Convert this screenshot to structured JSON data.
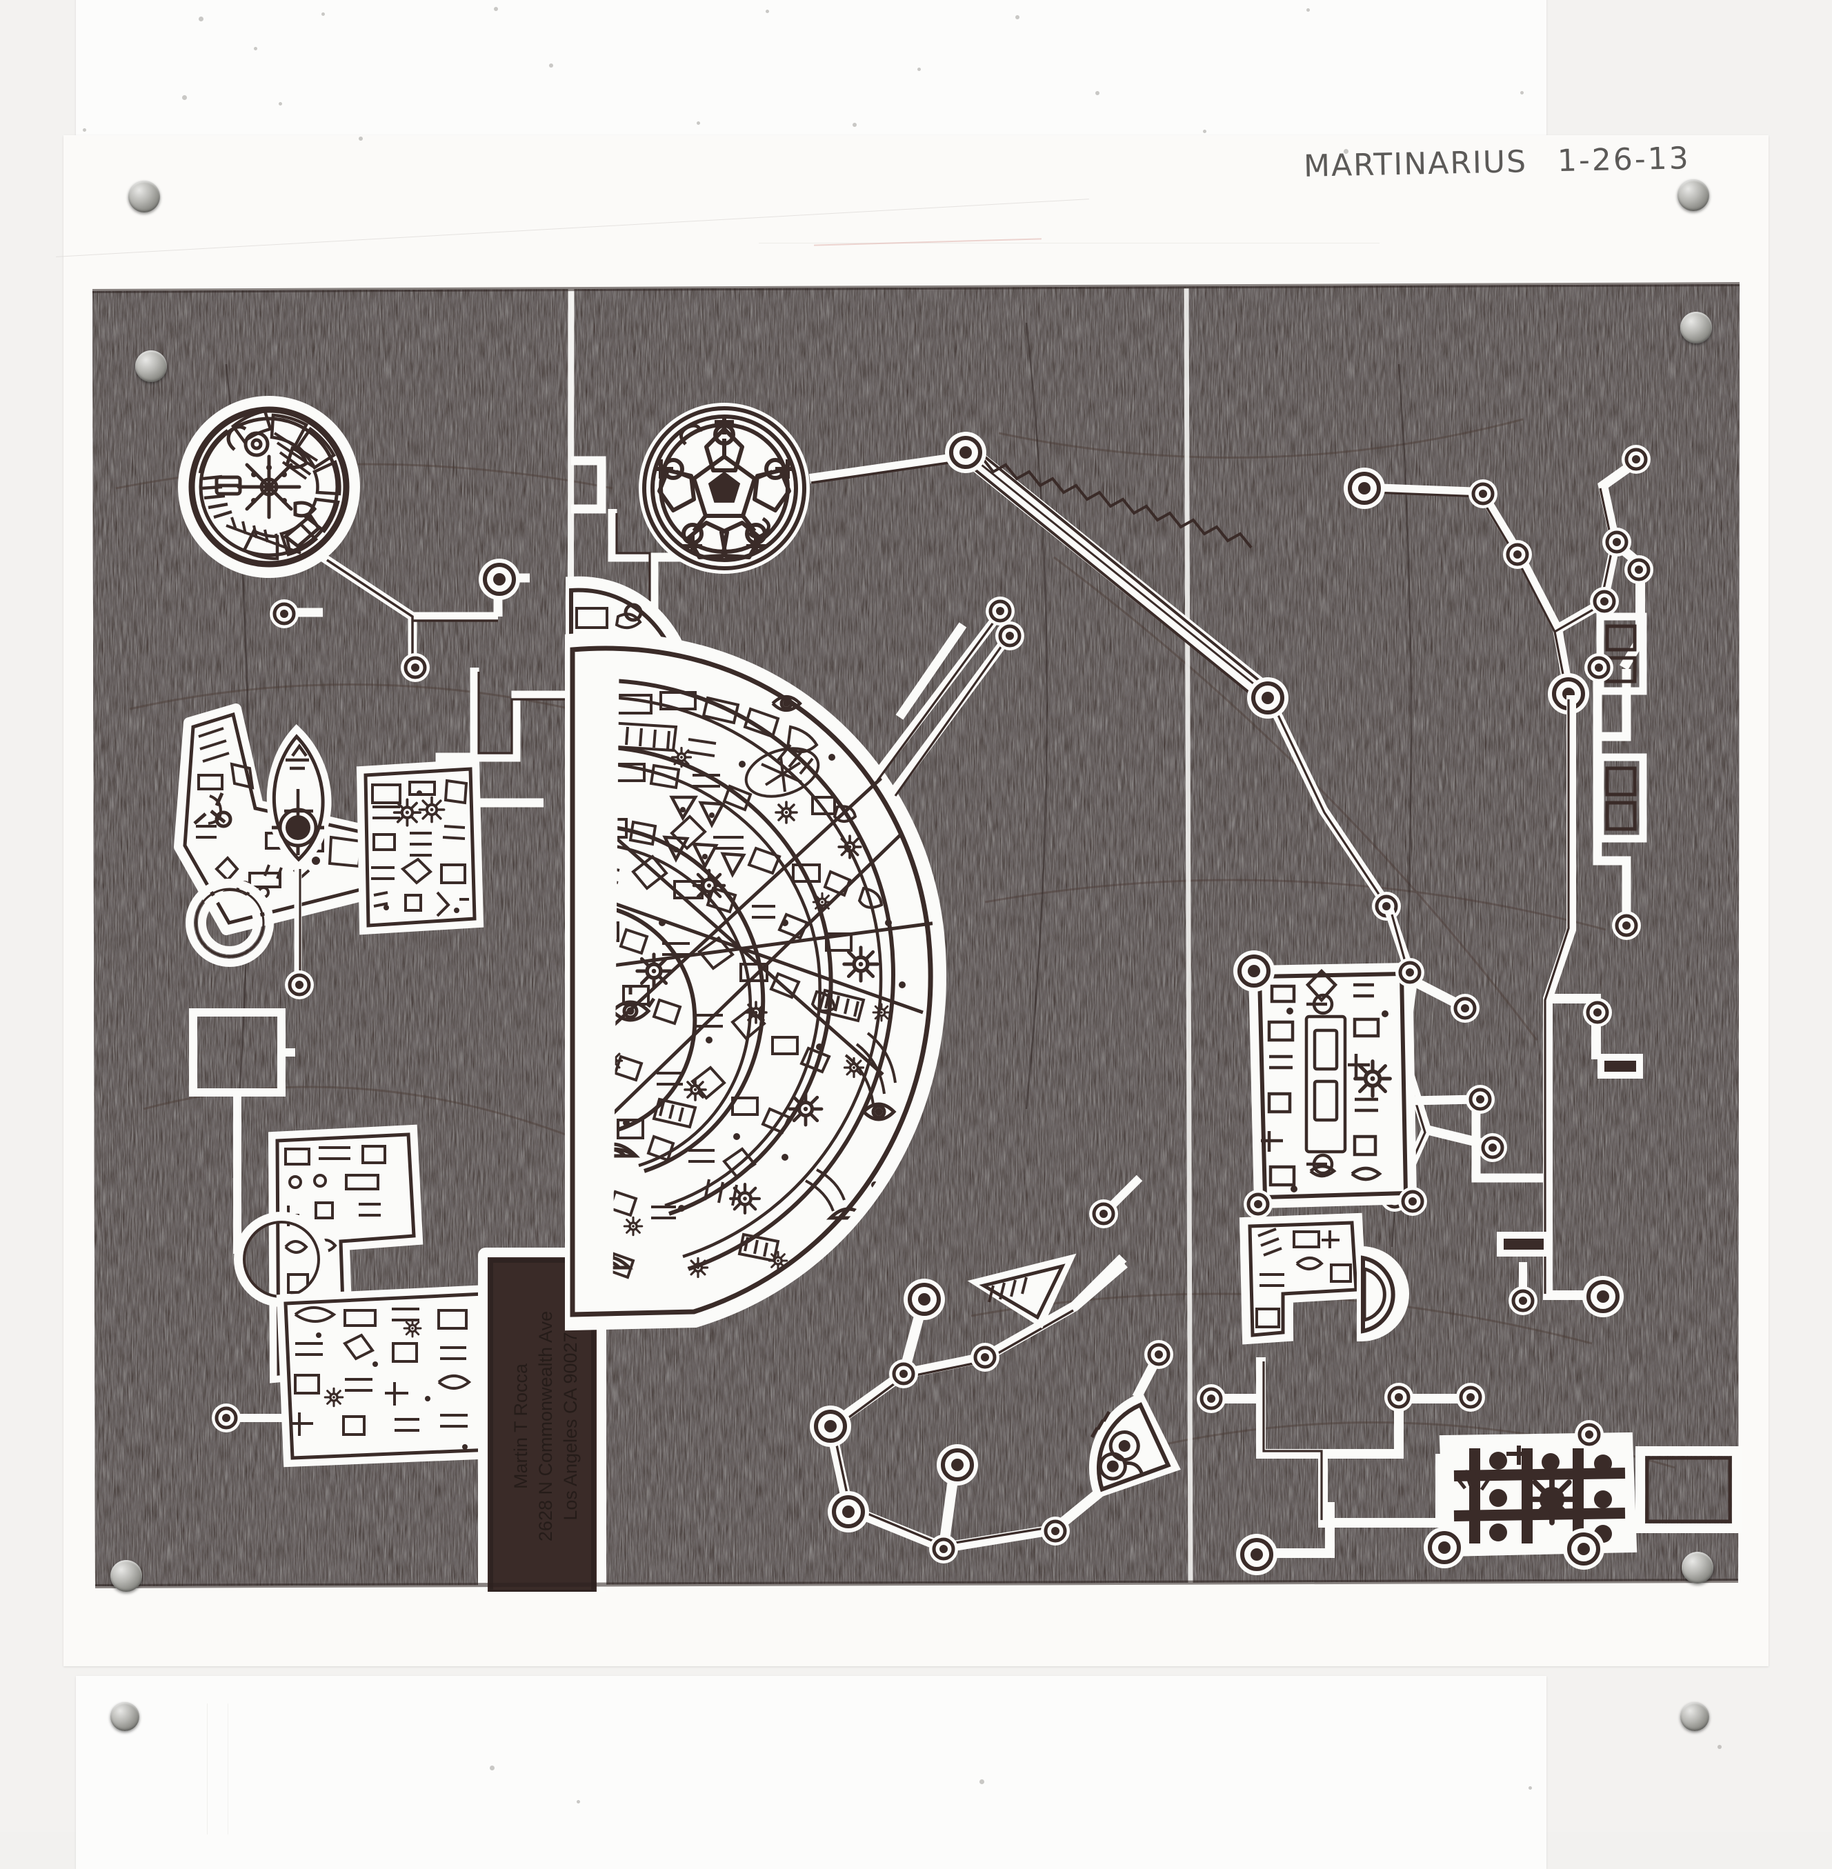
{
  "scan": {
    "medium": "ink drawing on paper",
    "board_color": "#f3f2f0",
    "paper_color": "#fbfaf8",
    "ink_color": "#3a2b28",
    "line_color": "#fbfbf9"
  },
  "caption": {
    "artist_signature": "MARTINARIUS",
    "date": "1-26-13"
  },
  "address_label": {
    "line1": "Martin T Rocca",
    "line2": "2628 N Commonwealth Ave",
    "line3": "Los Angeles CA 90027",
    "rotation_deg": -90
  },
  "artwork": {
    "title": "Untitled ink drawing",
    "panel_count": 3,
    "seam_positions": [
      "left-panel-divider",
      "right-panel-divider"
    ],
    "background": "#3a2b28",
    "elements": [
      {
        "name": "medallion-top-left",
        "type": "circular-medallion",
        "detail": "radiating sunburst with ring of glyph cells"
      },
      {
        "name": "medallion-star",
        "type": "circular-medallion",
        "detail": "concentric rings enclosing five-point star and node spokes"
      },
      {
        "name": "central-dome",
        "type": "dense-dome",
        "detail": "large half-dome packed with sunbursts, arcs, triangles and circuit cells"
      },
      {
        "name": "boomerang-glyph",
        "type": "filled-glyph"
      },
      {
        "name": "teardrop-glyph",
        "type": "filled-glyph",
        "detail": "leaf form with cross and filled disc"
      },
      {
        "name": "concentric-ring",
        "type": "ring"
      },
      {
        "name": "square-outline",
        "type": "square"
      },
      {
        "name": "truss-beam",
        "type": "zigzag-truss",
        "detail": "diagonal beam with triangular lattice"
      },
      {
        "name": "node-network-right",
        "type": "node-link-network"
      },
      {
        "name": "node-network-lower",
        "type": "node-link-network"
      },
      {
        "name": "circuit-module-right",
        "type": "circuit-plate"
      },
      {
        "name": "circuit-module-lower-right",
        "type": "circuit-plate",
        "detail": "inverted dense negative-space circuitry"
      },
      {
        "name": "circuit-module-lower-left",
        "type": "circuit-plate"
      },
      {
        "name": "address-plate",
        "type": "rectangular-plate",
        "detail": "bears rotated mailing address"
      },
      {
        "name": "half-disc-bug",
        "type": "organic-glyph",
        "detail": "half disc with two eye spots on a stalk"
      }
    ]
  },
  "magnets": {
    "count": 8,
    "label": "round metal magnet"
  }
}
